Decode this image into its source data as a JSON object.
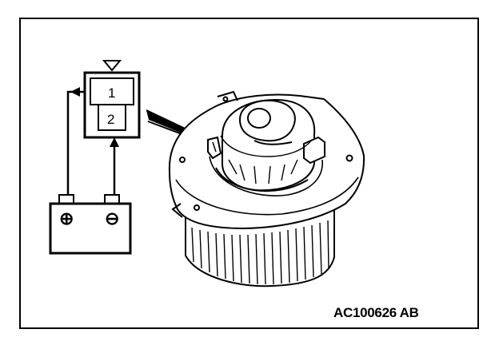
{
  "figure_code": "AC100626 AB",
  "connector": {
    "pin1": "1",
    "pin2": "2"
  },
  "battery": {
    "positive_symbol": "⊕",
    "negative_symbol": "⊖"
  }
}
